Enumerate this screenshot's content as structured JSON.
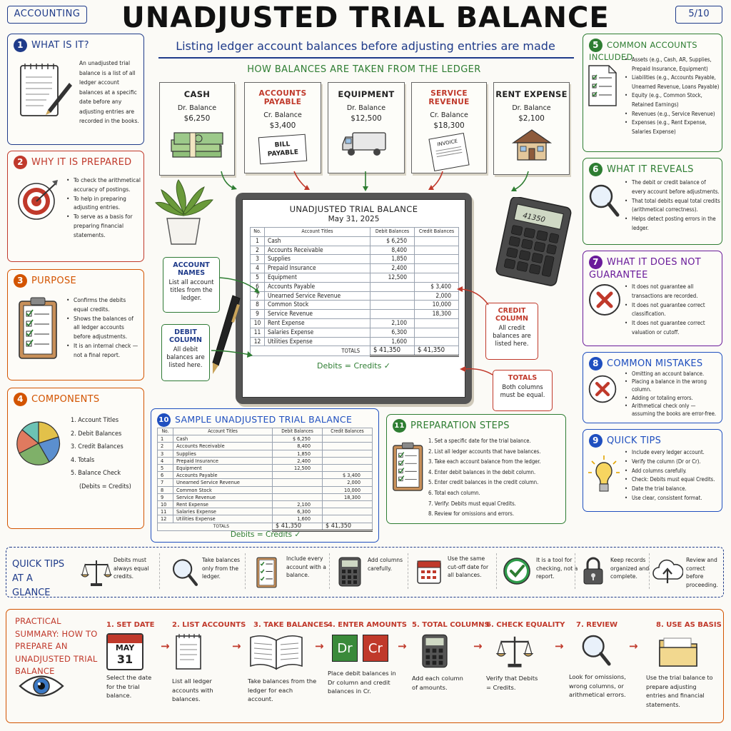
{
  "header": {
    "tag": "ACCOUNTING",
    "title": "UNADJUSTED TRIAL BALANCE",
    "page": "5/10",
    "subtitle": "Listing ledger account balances before adjusting entries are made"
  },
  "colors": {
    "navy": "#1f3b8a",
    "red": "#c0392b",
    "orange": "#d35400",
    "green": "#2e7d32",
    "purple": "#6a1b9a",
    "blue": "#1f4fbf"
  },
  "s1": {
    "num": "1",
    "title": "WHAT IS IT?",
    "text": "An unadjusted trial balance is a list of all ledger account balances at a specific date before any adjusting entries are recorded in the books.",
    "icon": "notebook-pen-icon"
  },
  "s2": {
    "num": "2",
    "title": "WHY IT IS PREPARED",
    "icon": "target-icon",
    "items": [
      "To check the arithmetical accuracy of postings.",
      "To help in preparing adjusting entries.",
      "To serve as a basis for preparing financial statements."
    ]
  },
  "s3": {
    "num": "3",
    "title": "PURPOSE",
    "icon": "checklist-clipboard-icon",
    "items": [
      "Confirms the debits equal credits.",
      "Shows the balances of all ledger accounts before adjustments.",
      "It is an internal check — not a final report."
    ]
  },
  "s4": {
    "num": "4",
    "title": "COMPONENTS",
    "icon": "pie-chart-icon",
    "items": [
      "1. Account Titles",
      "2. Debit Balances",
      "3. Credit Balances",
      "4. Totals",
      "5. Balance Check",
      "(Debits = Credits)"
    ]
  },
  "ledger": {
    "heading": "HOW BALANCES ARE TAKEN FROM THE LEDGER",
    "cards": [
      {
        "title": "CASH",
        "side": "Dr. Balance",
        "value": "$6,250",
        "icon": "cash-stack-icon"
      },
      {
        "title": "ACCOUNTS PAYABLE",
        "side": "Cr. Balance",
        "value": "$3,400",
        "icon": "bill-payable-icon",
        "extra": "BILL PAYABLE"
      },
      {
        "title": "EQUIPMENT",
        "side": "Dr. Balance",
        "value": "$12,500",
        "icon": "truck-icon"
      },
      {
        "title": "SERVICE REVENUE",
        "side": "Cr. Balance",
        "value": "$18,300",
        "icon": "invoice-icon",
        "extra": "INVOICE"
      },
      {
        "title": "RENT EXPENSE",
        "side": "Dr. Balance",
        "value": "$2,100",
        "icon": "house-icon"
      }
    ]
  },
  "board": {
    "title": "UNADJUSTED TRIAL BALANCE",
    "date": "May 31, 2025",
    "cols": [
      "No.",
      "Account Titles",
      "Debit Balances",
      "Credit Balances"
    ],
    "rows": [
      [
        "1",
        "Cash",
        "$ 6,250",
        ""
      ],
      [
        "2",
        "Accounts Receivable",
        "8,400",
        ""
      ],
      [
        "3",
        "Supplies",
        "1,850",
        ""
      ],
      [
        "4",
        "Prepaid Insurance",
        "2,400",
        ""
      ],
      [
        "5",
        "Equipment",
        "12,500",
        ""
      ],
      [
        "6",
        "Accounts Payable",
        "",
        "$ 3,400"
      ],
      [
        "7",
        "Unearned Service Revenue",
        "",
        "2,000"
      ],
      [
        "8",
        "Common Stock",
        "",
        "10,000"
      ],
      [
        "9",
        "Service Revenue",
        "",
        "18,300"
      ],
      [
        "10",
        "Rent Expense",
        "2,100",
        ""
      ],
      [
        "11",
        "Salaries Expense",
        "6,300",
        ""
      ],
      [
        "12",
        "Utilities Expense",
        "1,600",
        ""
      ]
    ],
    "totals_label": "TOTALS",
    "total_debit": "$ 41,350",
    "total_credit": "$ 41,350",
    "check": "Debits = Credits ✓",
    "calculator_display": "41350"
  },
  "callouts": {
    "names": {
      "title": "ACCOUNT NAMES",
      "text": "List all account titles from the ledger."
    },
    "debit": {
      "title": "DEBIT COLUMN",
      "text": "All debit balances are listed here."
    },
    "credit": {
      "title": "CREDIT COLUMN",
      "text": "All credit balances are listed here."
    },
    "totals": {
      "title": "TOTALS",
      "text": "Both columns must be equal."
    }
  },
  "s5": {
    "num": "5",
    "title": "COMMON ACCOUNTS INCLUDED",
    "icon": "document-list-icon",
    "items": [
      "Assets (e.g., Cash, AR, Supplies, Prepaid Insurance, Equipment)",
      "Liabilities (e.g., Accounts Payable, Unearned Revenue, Loans Payable)",
      "Equity (e.g., Common Stock, Retained Earnings)",
      "Revenues (e.g., Service Revenue)",
      "Expenses (e.g., Rent Expense, Salaries Expense)"
    ]
  },
  "s6": {
    "num": "6",
    "title": "WHAT IT REVEALS",
    "icon": "magnifier-icon",
    "items": [
      "The debit or credit balance of every account before adjustments.",
      "That total debits equal total credits (arithmetical correctness).",
      "Helps detect posting errors in the ledger."
    ]
  },
  "s7": {
    "num": "7",
    "title": "WHAT IT DOES NOT GUARANTEE",
    "icon": "x-circle-icon",
    "items": [
      "It does not guarantee all transactions are recorded.",
      "It does not guarantee correct classification.",
      "It does not guarantee correct valuation or cutoff."
    ]
  },
  "s8": {
    "num": "8",
    "title": "COMMON MISTAKES",
    "icon": "x-circle-icon",
    "items": [
      "Omitting an account balance.",
      "Placing a balance in the wrong column.",
      "Adding or totaling errors.",
      "Arithmetical check only — assuming the books are error-free."
    ]
  },
  "s9": {
    "num": "9",
    "title": "QUICK TIPS",
    "icon": "lightbulb-icon",
    "items": [
      "Include every ledger account.",
      "Verify the column (Dr or Cr).",
      "Add columns carefully.",
      "Check: Debits must equal Credits.",
      "Date the trial balance.",
      "Use clear, consistent format."
    ]
  },
  "s10": {
    "num": "10",
    "title": "SAMPLE UNADJUSTED TRIAL BALANCE",
    "check": "Debits = Credits ✓"
  },
  "s11": {
    "num": "11",
    "title": "PREPARATION STEPS",
    "icon": "checklist-clipboard-icon",
    "items": [
      "1. Set a specific date for the trial balance.",
      "2. List all ledger accounts that have balances.",
      "3. Take each account balance from the ledger.",
      "4. Enter debit balances in the debit column.",
      "5. Enter credit balances in the credit column.",
      "6. Total each column.",
      "7. Verify: Debits must equal Credits.",
      "8. Review for omissions and errors."
    ]
  },
  "glance": {
    "title": "QUICK TIPS AT A GLANCE",
    "tips": [
      {
        "icon": "scale-icon",
        "text": "Debits must always equal credits."
      },
      {
        "icon": "magnifier-icon",
        "text": "Take balances only from the ledger."
      },
      {
        "icon": "checklist-icon",
        "text": "Include every account with a balance."
      },
      {
        "icon": "calculator-icon",
        "text": "Add columns carefully."
      },
      {
        "icon": "calendar-icon",
        "text": "Use the same cut-off date for all balances."
      },
      {
        "icon": "check-circle-icon",
        "text": "It is a tool for checking, not a report."
      },
      {
        "icon": "lock-icon",
        "text": "Keep records organized and complete."
      },
      {
        "icon": "cloud-upload-icon",
        "text": "Review and correct before proceeding."
      }
    ]
  },
  "summary": {
    "title": "PRACTICAL SUMMARY: HOW TO PREPARE AN UNADJUSTED TRIAL BALANCE",
    "steps": [
      {
        "title": "1. SET DATE",
        "text": "Select the date for the trial balance.",
        "icon": "calendar-icon",
        "cal_month": "MAY",
        "cal_day": "31"
      },
      {
        "title": "2. LIST ACCOUNTS",
        "text": "List all ledger accounts with balances.",
        "icon": "notepad-icon"
      },
      {
        "title": "3. TAKE BALANCES",
        "text": "Take balances from the ledger for each account.",
        "icon": "open-book-icon"
      },
      {
        "title": "4. ENTER AMOUNTS",
        "text": "Place debit balances in Dr column and credit balances in Cr.",
        "icon": "dr-cr-icon",
        "dr": "Dr",
        "cr": "Cr"
      },
      {
        "title": "5. TOTAL COLUMNS",
        "text": "Add each column of amounts.",
        "icon": "calculator-icon"
      },
      {
        "title": "6. CHECK EQUALITY",
        "text": "Verify that Debits = Credits.",
        "icon": "scale-icon"
      },
      {
        "title": "7. REVIEW",
        "text": "Look for omissions, wrong columns, or arithmetical errors.",
        "icon": "magnifier-icon"
      },
      {
        "title": "8. USE AS BASIS",
        "text": "Use the trial balance to prepare adjusting entries and financial statements.",
        "icon": "folder-icon"
      }
    ]
  }
}
